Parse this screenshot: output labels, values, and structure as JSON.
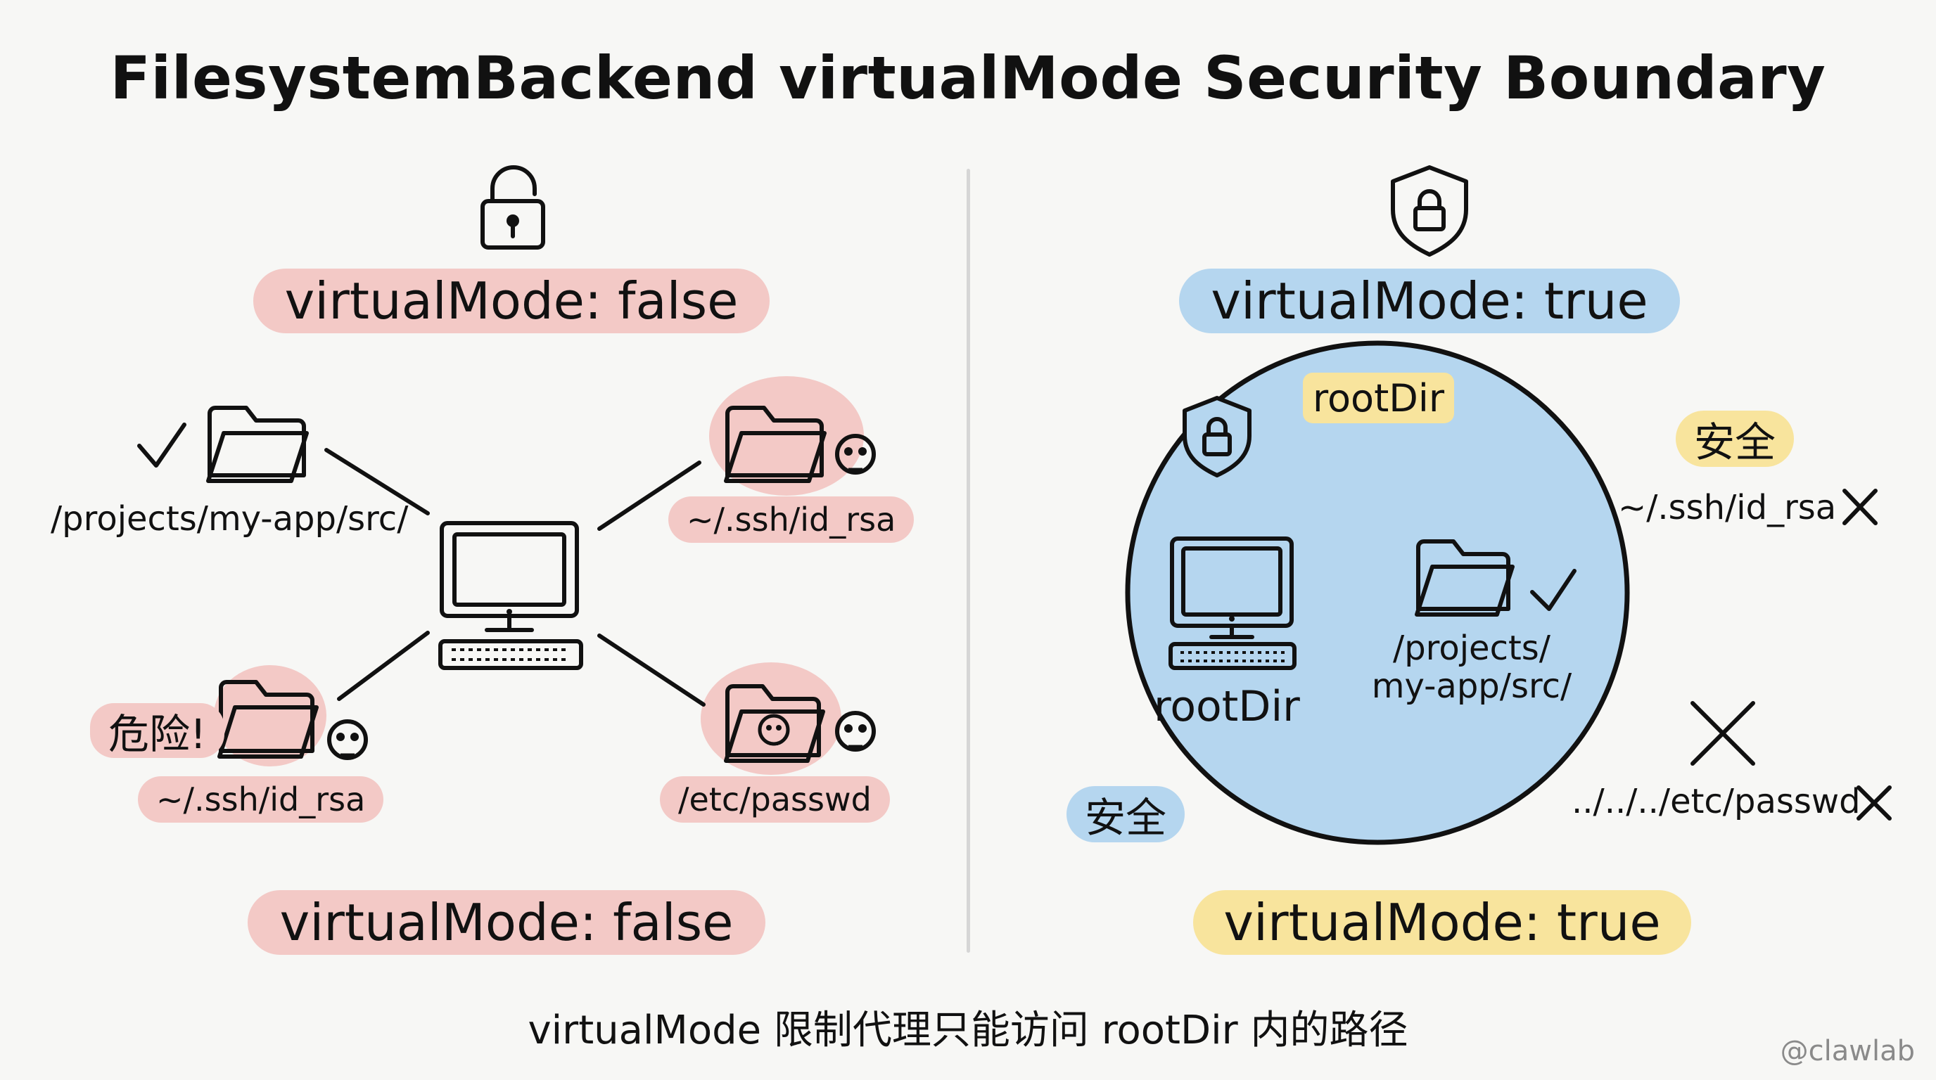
{
  "title": "FilesystemBackend virtualMode Security Boundary",
  "left_panel": {
    "mode_top": "virtualMode: false",
    "mode_bottom": "virtualMode: false",
    "safe_path": "/projects/my-app/src/",
    "ssh_top": "~/.ssh/id_rsa",
    "danger_label": "危险!",
    "ssh_bottom": "~/.ssh/id_rsa",
    "passwd": "/etc/passwd"
  },
  "right_panel": {
    "mode_top": "virtualMode: true",
    "mode_bottom": "virtualMode: true",
    "root_tag": "rootDir",
    "root_label": "rootDir",
    "inside_path_line1": "/projects/",
    "inside_path_line2": "my-app/src/",
    "safe_top": "安全",
    "safe_bottom": "安全",
    "blocked_ssh": "~/.ssh/id_rsa",
    "blocked_passwd": "../../../etc/passwd"
  },
  "caption": "virtualMode 限制代理只能访问 rootDir 内的路径",
  "watermark": "@clawlab",
  "colors": {
    "danger": "#f3c9c6",
    "safe_zone": "#b5d6ef",
    "highlight": "#f8e49d",
    "ink": "#111111"
  },
  "icons": [
    "unlock-icon",
    "shield-lock-icon",
    "computer-icon",
    "folder-icon",
    "skull-icon",
    "check-icon",
    "cross-icon"
  ]
}
